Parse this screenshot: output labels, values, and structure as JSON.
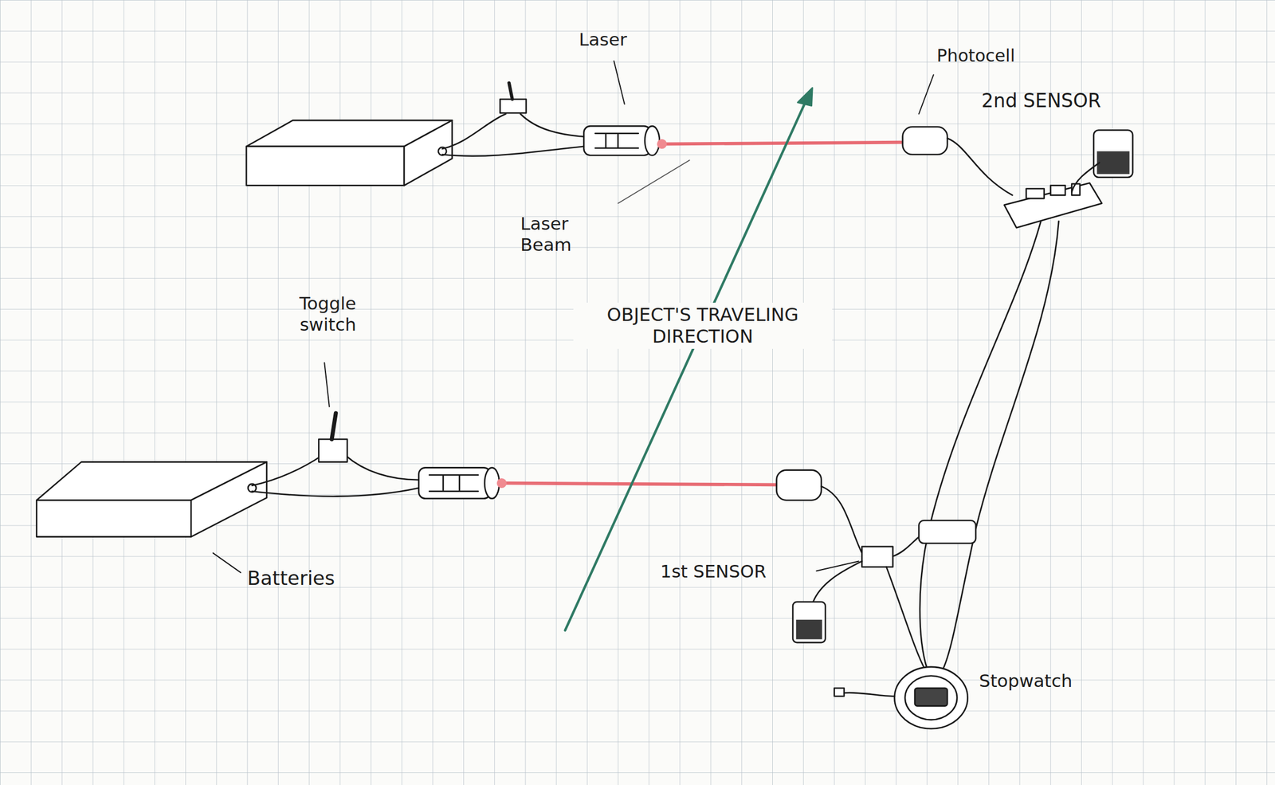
{
  "diagram": {
    "labels": [
      "Laser",
      "Photocell",
      "2nd SENSOR",
      "Laser Beam",
      "Toggle switch",
      "OBJECT'S TRAVELING DIRECTION",
      "Batteries",
      "1st SENSOR",
      "Stopwatch"
    ]
  }
}
